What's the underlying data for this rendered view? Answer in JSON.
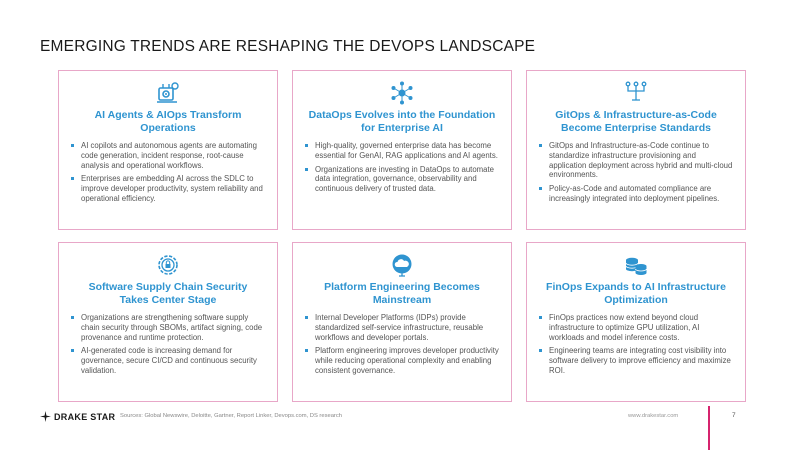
{
  "title": "EMERGING TRENDS ARE RESHAPING THE DEVOPS LANDSCAPE",
  "colors": {
    "accent": "#2f94d0",
    "border": "#e8a7c8",
    "pink": "#d6246e"
  },
  "cards": [
    {
      "icon": "ai-gears-icon",
      "title": "AI Agents & AIOps Transform Operations",
      "bullets": [
        "AI copilots and autonomous agents are automating code generation, incident response, root-cause analysis and operational workflows.",
        "Enterprises are embedding AI across the SDLC to improve developer productivity, system reliability and operational efficiency."
      ]
    },
    {
      "icon": "data-network-icon",
      "title": "DataOps Evolves into the Foundation for Enterprise AI",
      "bullets": [
        "High-quality, governed enterprise data has become essential for GenAI, RAG applications and AI agents.",
        "Organizations are investing in DataOps to automate data integration, governance, observability and continuous delivery of trusted data."
      ]
    },
    {
      "icon": "git-branch-icon",
      "title": "GitOps & Infrastructure-as-Code Become Enterprise Standards",
      "bullets": [
        "GitOps and Infrastructure-as-Code continue to standardize infrastructure provisioning and application deployment across hybrid and multi-cloud environments.",
        "Policy-as-Code and automated compliance are increasingly integrated into deployment pipelines."
      ]
    },
    {
      "icon": "security-gear-icon",
      "title": "Software Supply Chain Security Takes Center Stage",
      "bullets": [
        "Organizations are strengthening software supply chain security through SBOMs, artifact signing, code provenance and runtime protection.",
        "AI-generated code is increasing demand for governance, secure CI/CD and continuous security validation."
      ]
    },
    {
      "icon": "cloud-icon",
      "title": "Platform Engineering Becomes Mainstream",
      "bullets": [
        "Internal Developer Platforms (IDPs) provide standardized self-service infrastructure, reusable workflows and developer portals.",
        "Platform engineering improves developer productivity while reducing operational complexity and enabling consistent governance."
      ]
    },
    {
      "icon": "coins-icon",
      "title": "FinOps Expands to AI Infrastructure Optimization",
      "bullets": [
        "FinOps practices now extend beyond cloud infrastructure to optimize GPU utilization, AI workloads and model inference costs.",
        "Engineering teams are integrating cost visibility into software delivery to improve efficiency and maximize ROI."
      ]
    }
  ],
  "footer": {
    "logo": "DRAKE STAR",
    "sources": "Sources: Global Newswire, Deloitte, Gartner, Report Linker, Devops.com, DS research",
    "website": "www.drakestar.com",
    "page": "7"
  }
}
